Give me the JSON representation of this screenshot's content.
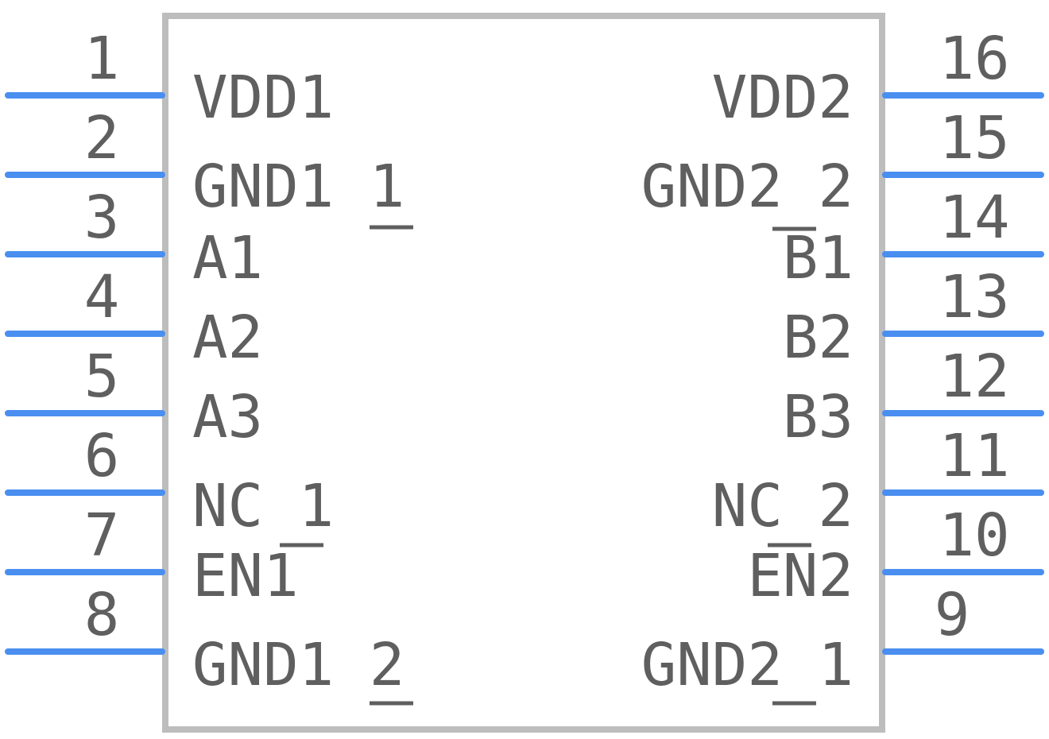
{
  "component": {
    "left_pins": [
      {
        "number": "1",
        "name": "VDD1"
      },
      {
        "number": "2",
        "name": "GND1 1"
      },
      {
        "number": "3",
        "name": "A1"
      },
      {
        "number": "4",
        "name": "A2"
      },
      {
        "number": "5",
        "name": "A3"
      },
      {
        "number": "6",
        "name": "NC 1"
      },
      {
        "number": "7",
        "name": "EN1"
      },
      {
        "number": "8",
        "name": "GND1 2"
      }
    ],
    "right_pins": [
      {
        "number": "16",
        "name": "VDD2"
      },
      {
        "number": "15",
        "name": "GND2 2"
      },
      {
        "number": "14",
        "name": "B1"
      },
      {
        "number": "13",
        "name": "B2"
      },
      {
        "number": "12",
        "name": "B3"
      },
      {
        "number": "11",
        "name": "NC 2"
      },
      {
        "number": "10",
        "name": "EN2"
      },
      {
        "number": "9",
        "name": "GND2 1"
      }
    ]
  },
  "colors": {
    "pin": "#4a8ef0",
    "body_outline": "#bdbdbd",
    "text": "#5f5f5f"
  }
}
